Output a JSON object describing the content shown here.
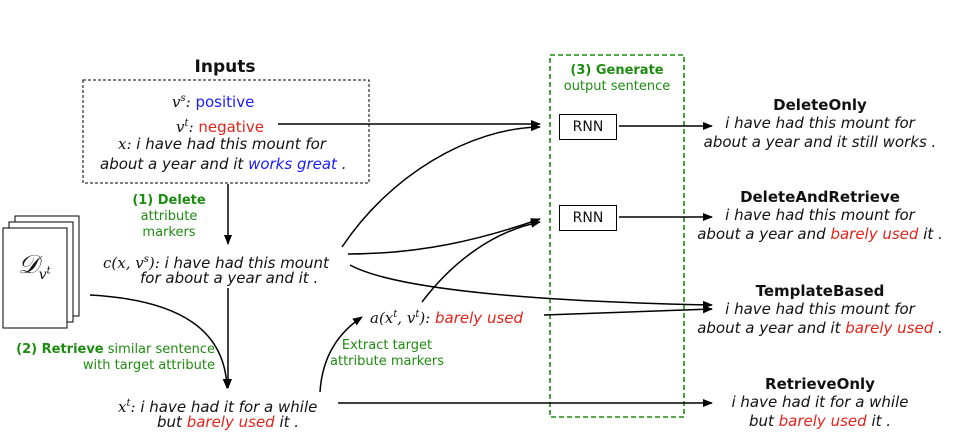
{
  "inputs": {
    "title": "Inputs",
    "vs_label": "v^s:",
    "vs_value": "positive",
    "vt_label": "v^t:",
    "vt_value": "negative",
    "x_label": "x:",
    "x_text_1": "i have had this mount for",
    "x_text_2a": "about a year and it",
    "x_text_2b": "works great",
    "x_text_2c": "."
  },
  "step1": {
    "label": "(1) Delete",
    "sub": "attribute markers"
  },
  "step2": {
    "label": "(2) Retrieve",
    "sub_1": "similar sentence",
    "sub_2": "with target attribute"
  },
  "step3": {
    "label": "(3) Generate",
    "sub": "output sentence"
  },
  "dataset_label": "D_{v^t}",
  "content": {
    "label": "c(x, v^s):",
    "text_1": "i have had this mount",
    "text_2": "for about a year and it ."
  },
  "attribute": {
    "label": "a(x^t, v^t):",
    "value": "barely used"
  },
  "extract": {
    "line_1": "Extract target",
    "line_2": "attribute markers"
  },
  "retrieved": {
    "label": "x^t:",
    "text_1": "i have had it for a while",
    "text_2a": "but",
    "text_2b": "barely used",
    "text_2c": "it ."
  },
  "rnn": {
    "label_1": "RNN",
    "label_2": "RNN"
  },
  "outputs": {
    "delete_only": {
      "title": "DeleteOnly",
      "line_1": "i have had this mount for",
      "line_2": "about a year and it still works ."
    },
    "delete_retrieve": {
      "title": "DeleteAndRetrieve",
      "line_1": "i have had this mount for",
      "line_2a": "about a year and",
      "line_2b": "barely used",
      "line_2c": "it ."
    },
    "template": {
      "title": "TemplateBased",
      "line_1": "i have had this mount for",
      "line_2a": "about a year and it",
      "line_2b": "barely used",
      "line_2c": "."
    },
    "retrieve_only": {
      "title": "RetrieveOnly",
      "line_1": "i have had it for a while",
      "line_2a": "but",
      "line_2b": "barely used",
      "line_2c": "it ."
    }
  },
  "colors": {
    "red": "#e0241b",
    "blue": "#1a1aff",
    "green": "#1e8c10"
  }
}
